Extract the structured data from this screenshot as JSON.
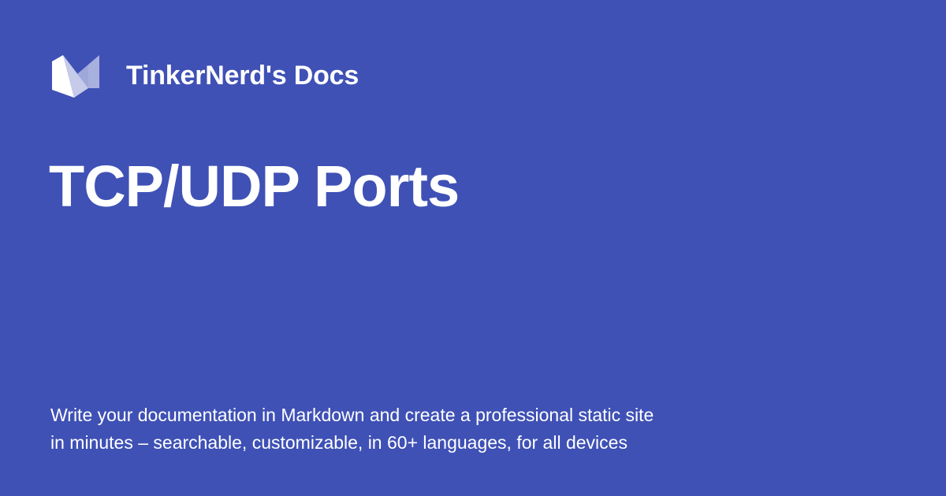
{
  "header": {
    "site_name": "TinkerNerd's Docs",
    "logo_icon": "material-logo-icon"
  },
  "main": {
    "title": "TCP/UDP Ports"
  },
  "footer": {
    "description_lines": [
      "Write your documentation in Markdown and create a professional static site",
      "in minutes – searchable, customizable, in 60+ languages, for all devices"
    ]
  },
  "colors": {
    "background": "#3f51b5",
    "text": "#ffffff"
  }
}
